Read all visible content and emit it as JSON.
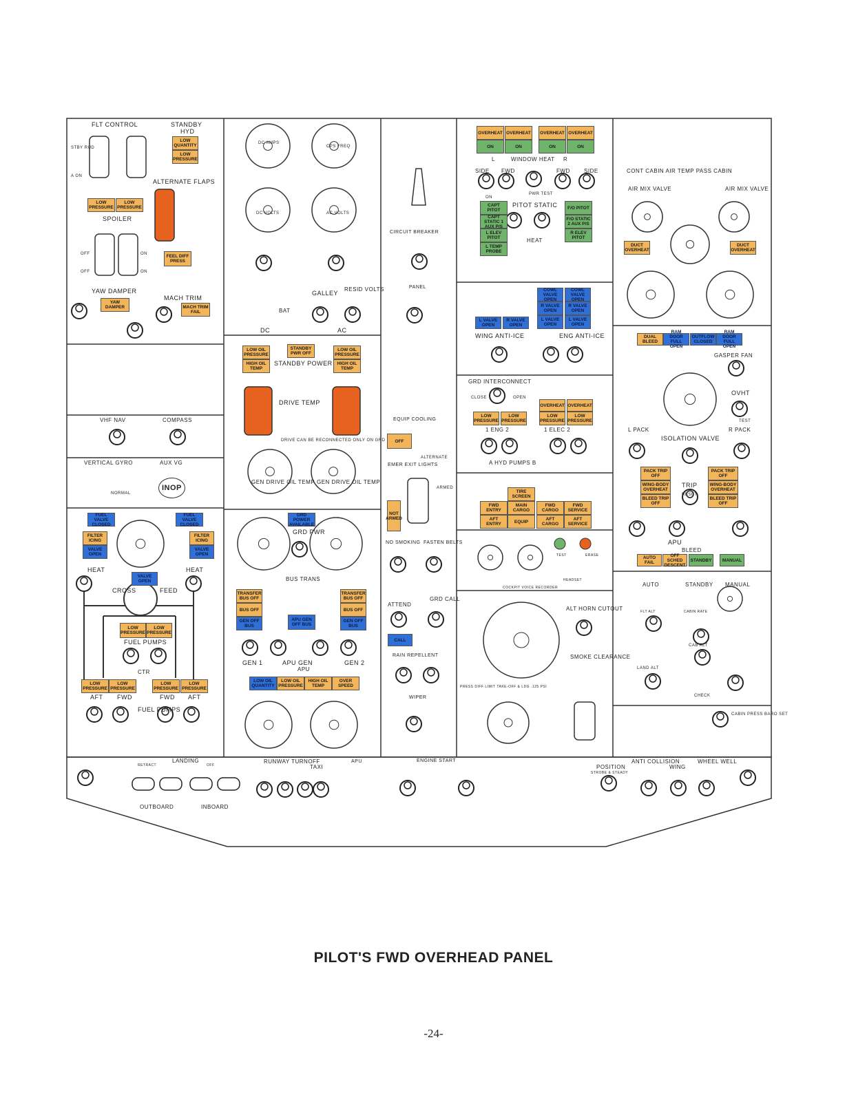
{
  "title": "PILOT'S FWD OVERHEAD PANEL",
  "page_number": "-24-",
  "colors": {
    "amber": "#f2b55a",
    "green": "#6fb46a",
    "blue": "#2f6fd6",
    "guard": "#e8621f"
  },
  "labels": [
    "FLT CONTROL",
    "STANDBY",
    "HYD",
    "STBY RUD",
    "A ON",
    "ALTERNATE FLAPS",
    "SPOILER",
    "YAW DAMPER",
    "MACH TRIM",
    "VHF NAV",
    "COMPASS",
    "VERTICAL GYRO",
    "AUX VG",
    "INOP",
    "HEAT",
    "HEAT",
    "CROSS",
    "FEED",
    "FUEL PUMPS",
    "CTR",
    "AFT",
    "FWD",
    "FWD",
    "AFT",
    "FUEL PUMPS",
    "DC AMPS",
    "CPS FREQ",
    "DC VOLTS",
    "AC VOLTS",
    "BAT",
    "DC",
    "AC",
    "GALLEY",
    "RESID VOLTS",
    "STANDBY POWER",
    "DRIVE TEMP",
    "DRIVE CAN BE RECONNECTED ONLY ON GRD",
    "GEN DRIVE OIL TEMP",
    "GEN DRIVE OIL TEMP",
    "GRD PWR",
    "BUS TRANS",
    "GEN 1",
    "APU GEN",
    "GEN 2",
    "APU",
    "CIRCUIT BREAKER",
    "PANEL",
    "EQUIP COOLING",
    "EMER EXIT LIGHTS",
    "NO SMOKING",
    "FASTEN BELTS",
    "ATTEND",
    "GRD CALL",
    "RAIN REPELLENT",
    "WIPER",
    "L",
    "WINDOW HEAT",
    "R",
    "PITOT STATIC",
    "HEAT",
    "WING ANTI-ICE",
    "ENG ANTI-ICE",
    "GRD INTERCONNECT",
    "1 ENG 2",
    "1 ELEC 2",
    "A  HYD PUMPS  B",
    "COCKPIT VOICE RECORDER",
    "HEADSET",
    "ALT HORN CUTOUT",
    "SMOKE CLEARANCE",
    "PRESS DIFF LIMIT TAKE-OFF & LDG .125 PSI",
    "CONT CABIN  AIR TEMP  PASS CABIN",
    "AIR MIX VALVE",
    "AIR MIX VALVE",
    "GASPER FAN",
    "OVHT",
    "L PACK",
    "R PACK",
    "ISOLATION VALVE",
    "TRIP",
    "APU",
    "BLEED",
    "AUTO",
    "STANDBY",
    "MANUAL",
    "FLT ALT",
    "CABIN RATE",
    "CAB ALT",
    "LAND ALT",
    "CHECK",
    "CABIN PRESS BARO SET",
    "LANDING",
    "RETRACT",
    "OFF",
    "OUTBOARD",
    "INBOARD",
    "RUNWAY TURNOFF",
    "TAXI",
    "APU",
    "ENGINE START",
    "POSITION",
    "STROBE & STEADY",
    "ANTI COLLISION",
    "WING",
    "WHEEL WELL",
    "OFF",
    "ON",
    "OFF",
    "ON",
    "TEST",
    "ARMED",
    "NORMAL",
    "ALTERNATE",
    "SIDE",
    "FWD",
    "FWD",
    "SIDE",
    "ON",
    "PWR TEST",
    "CLOSE",
    "OPEN",
    "RESET",
    "ERASE",
    "TEST"
  ],
  "annunciators": [
    {
      "text": "LOW QUANTITY",
      "color": "orange"
    },
    {
      "text": "LOW PRESSURE",
      "color": "orange"
    },
    {
      "text": "LOW PRESSURE",
      "color": "orange"
    },
    {
      "text": "LOW PRESSURE",
      "color": "orange"
    },
    {
      "text": "FEEL DIFF PRESS",
      "color": "orange"
    },
    {
      "text": "YAW DAMPER",
      "color": "orange"
    },
    {
      "text": "MACH TRIM FAIL",
      "color": "orange"
    },
    {
      "text": "OVERHEAT",
      "color": "orange"
    },
    {
      "text": "OVERHEAT",
      "color": "orange"
    },
    {
      "text": "OVERHEAT",
      "color": "orange"
    },
    {
      "text": "OVERHEAT",
      "color": "orange"
    },
    {
      "text": "ON",
      "color": "green"
    },
    {
      "text": "ON",
      "color": "green"
    },
    {
      "text": "ON",
      "color": "green"
    },
    {
      "text": "ON",
      "color": "green"
    },
    {
      "text": "CAPT PITOT",
      "color": "green"
    },
    {
      "text": "CAPT STATIC 1 AUX P/S",
      "color": "green"
    },
    {
      "text": "L ELEV PITOT",
      "color": "green"
    },
    {
      "text": "L TEMP PROBE",
      "color": "green"
    },
    {
      "text": "F/O PITOT",
      "color": "green"
    },
    {
      "text": "F/O STATIC 2 AUX P/S",
      "color": "green"
    },
    {
      "text": "R ELEV PITOT",
      "color": "green"
    },
    {
      "text": "COWL VALVE OPEN",
      "color": "blue"
    },
    {
      "text": "COWL VALVE OPEN",
      "color": "blue"
    },
    {
      "text": "R VALVE OPEN",
      "color": "blue"
    },
    {
      "text": "R VALVE OPEN",
      "color": "blue"
    },
    {
      "text": "L VALVE OPEN",
      "color": "blue"
    },
    {
      "text": "L VALVE OPEN",
      "color": "blue"
    },
    {
      "text": "L VALVE OPEN",
      "color": "blue"
    },
    {
      "text": "R VALVE OPEN",
      "color": "blue"
    },
    {
      "text": "LOW PRESSURE",
      "color": "orange"
    },
    {
      "text": "LOW PRESSURE",
      "color": "orange"
    },
    {
      "text": "OVERHEAT",
      "color": "orange"
    },
    {
      "text": "OVERHEAT",
      "color": "orange"
    },
    {
      "text": "LOW PRESSURE",
      "color": "orange"
    },
    {
      "text": "LOW PRESSURE",
      "color": "orange"
    },
    {
      "text": "TIRE SCREEN",
      "color": "orange"
    },
    {
      "text": "FWD ENTRY",
      "color": "orange"
    },
    {
      "text": "MAIN CARGO",
      "color": "orange"
    },
    {
      "text": "FWD CARGO",
      "color": "orange"
    },
    {
      "text": "FWD SERVICE",
      "color": "orange"
    },
    {
      "text": "AFT ENTRY",
      "color": "orange"
    },
    {
      "text": "EQUIP",
      "color": "orange"
    },
    {
      "text": "AFT CARGO",
      "color": "orange"
    },
    {
      "text": "AFT SERVICE",
      "color": "orange"
    },
    {
      "text": "DUCT OVERHEAT",
      "color": "orange"
    },
    {
      "text": "DUCT OVERHEAT",
      "color": "orange"
    },
    {
      "text": "DUAL BLEED",
      "color": "orange"
    },
    {
      "text": "RAM DOOR FULL OPEN",
      "color": "blue"
    },
    {
      "text": "OUTFLOW CLOSED",
      "color": "blue"
    },
    {
      "text": "RAM DOOR FULL OPEN",
      "color": "blue"
    },
    {
      "text": "PACK TRIP OFF",
      "color": "orange"
    },
    {
      "text": "WING-BODY OVERHEAT",
      "color": "orange"
    },
    {
      "text": "BLEED TRIP OFF",
      "color": "orange"
    },
    {
      "text": "PACK TRIP OFF",
      "color": "orange"
    },
    {
      "text": "WING-BODY OVERHEAT",
      "color": "orange"
    },
    {
      "text": "BLEED TRIP OFF",
      "color": "orange"
    },
    {
      "text": "AUTO FAIL",
      "color": "orange"
    },
    {
      "text": "OFF SCHED DESCENT",
      "color": "orange"
    },
    {
      "text": "STANDBY",
      "color": "green"
    },
    {
      "text": "MANUAL",
      "color": "green"
    },
    {
      "text": "LOW OIL PRESSURE",
      "color": "orange"
    },
    {
      "text": "HIGH OIL TEMP",
      "color": "orange"
    },
    {
      "text": "STANDBY PWR OFF",
      "color": "orange"
    },
    {
      "text": "LOW OIL PRESSURE",
      "color": "orange"
    },
    {
      "text": "HIGH OIL TEMP",
      "color": "orange"
    },
    {
      "text": "OFF",
      "color": "orange"
    },
    {
      "text": "NOT ARMED",
      "color": "orange"
    },
    {
      "text": "CALL",
      "color": "blue"
    },
    {
      "text": "FUEL VALVE CLOSED",
      "color": "blue"
    },
    {
      "text": "FUEL VALVE CLOSED",
      "color": "blue"
    },
    {
      "text": "FILTER ICING",
      "color": "orange"
    },
    {
      "text": "VALVE OPEN",
      "color": "blue"
    },
    {
      "text": "FILTER ICING",
      "color": "orange"
    },
    {
      "text": "VALVE OPEN",
      "color": "blue"
    },
    {
      "text": "VALVE OPEN",
      "color": "blue"
    },
    {
      "text": "LOW PRESSURE",
      "color": "orange"
    },
    {
      "text": "LOW PRESSURE",
      "color": "orange"
    },
    {
      "text": "LOW PRESSURE",
      "color": "orange"
    },
    {
      "text": "LOW PRESSURE",
      "color": "orange"
    },
    {
      "text": "LOW PRESSURE",
      "color": "orange"
    },
    {
      "text": "LOW PRESSURE",
      "color": "orange"
    },
    {
      "text": "GRD POWER AVAILABLE",
      "color": "blue"
    },
    {
      "text": "TRANSFER BUS OFF",
      "color": "orange"
    },
    {
      "text": "BUS OFF",
      "color": "orange"
    },
    {
      "text": "GEN OFF BUS",
      "color": "blue"
    },
    {
      "text": "TRANSFER BUS OFF",
      "color": "orange"
    },
    {
      "text": "BUS OFF",
      "color": "orange"
    },
    {
      "text": "GEN OFF BUS",
      "color": "blue"
    },
    {
      "text": "APU GEN OFF BUS",
      "color": "blue"
    },
    {
      "text": "LOW OIL QUANTITY",
      "color": "blue"
    },
    {
      "text": "LOW OIL PRESSURE",
      "color": "orange"
    },
    {
      "text": "HIGH OIL TEMP",
      "color": "orange"
    },
    {
      "text": "OVER SPEED",
      "color": "orange"
    }
  ]
}
